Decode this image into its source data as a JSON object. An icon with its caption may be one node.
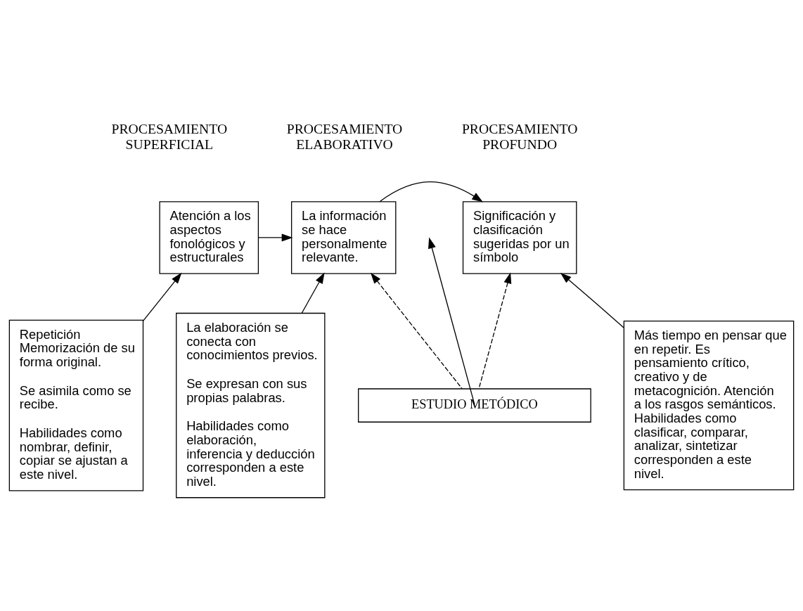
{
  "diagram": {
    "nodes": [
      {
        "text": [
          "Atención a los aspectos fonológicos y estructurales"
        ]
      },
      {
        "text": [
          "La información se hace personalmente relevante."
        ]
      },
      {
        "text": [
          "Significación y clasificación sugeridas por un símbolo"
        ]
      },
      {
        "text": [
          "Repetición Memorización de su forma original.",
          "Se asimila como se recibe.",
          "Habilidades como nombrar, definir, copiar se ajustan a este nivel."
        ]
      },
      {
        "text": [
          "La elaboración se conecta con conocimientos previos.",
          "Se expresan con sus propias palabras.",
          "Habilidades como elaboración, inferencia y deducción corresponden a este nivel."
        ]
      },
      {
        "text": [
          "Más tiempo en pensar que en repetir. Es pensamiento crítico, creativo y de metacognición. Atención a los rasgos semánticos. Habilidades como clasificar, comparar, analizar, sintetizar corresponden a este nivel."
        ]
      },
      {
        "text": [
          "ESTUDIO METÓDICO"
        ]
      }
    ],
    "edges": [
      {
        "from": 0,
        "to": 1,
        "arrow": "to"
      },
      {
        "from": 1,
        "to": 2,
        "arrow": "to"
      },
      {
        "from": 3,
        "to": 0,
        "arrow": "to"
      },
      {
        "from": 4,
        "to": 1,
        "arrow": "to"
      },
      {
        "from": 5,
        "to": 2,
        "arrow": "to"
      },
      {
        "from": 6,
        "to": null,
        "arrow": "to"
      },
      {
        "from": 6,
        "to": 1,
        "arrow": "to",
        "style": "dashed"
      },
      {
        "from": 6,
        "to": 2,
        "arrow": "to",
        "style": "dashed"
      }
    ],
    "labels": [
      "PROCESAMIENTO SUPERFICIAL",
      "PROCESAMIENTO ELABORATIVO",
      "PROCESAMIENTO PROFUNDO"
    ]
  }
}
